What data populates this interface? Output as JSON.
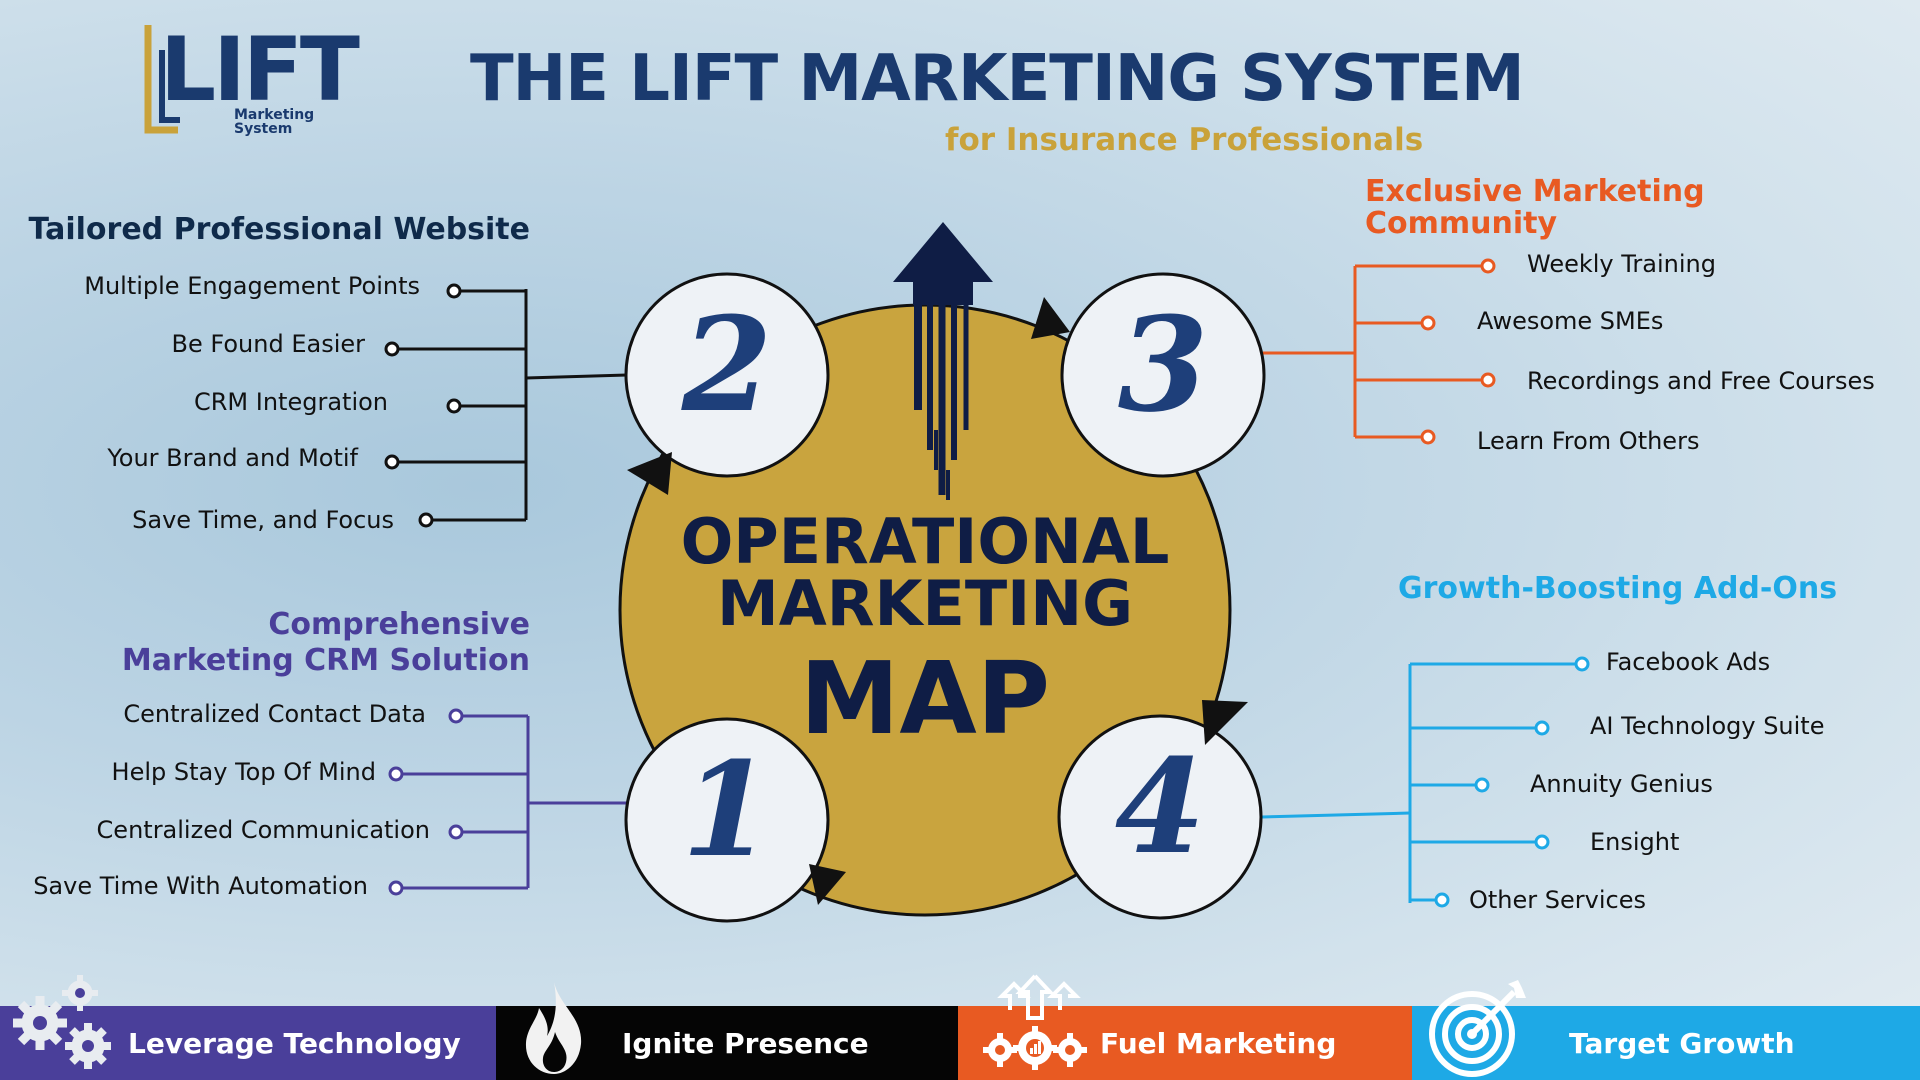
{
  "header": {
    "title": "THE LIFT MARKETING SYSTEM",
    "subtitle": "for Insurance Professionals"
  },
  "logo": {
    "word": "LIFT",
    "sub_line1": "Marketing",
    "sub_line2": "System",
    "icon": "lift-logo"
  },
  "center": {
    "line1": "OPERATIONAL",
    "line2": "MARKETING",
    "line3": "MAP",
    "arrow_icon": "up-arrow-icon"
  },
  "steps": [
    {
      "number": "1"
    },
    {
      "number": "2"
    },
    {
      "number": "3"
    },
    {
      "number": "4"
    }
  ],
  "sections": {
    "website": {
      "heading": "Tailored Professional Website",
      "color": "#0f2a4a",
      "items": [
        "Multiple Engagement Points",
        "Be Found Easier",
        "CRM Integration",
        "Your Brand and Motif",
        "Save Time, and Focus"
      ]
    },
    "crm": {
      "heading_line1": "Comprehensive",
      "heading_line2": "Marketing CRM Solution",
      "color": "#4a3f9a",
      "items": [
        "Centralized Contact Data",
        "Help Stay Top Of Mind",
        "Centralized Communication",
        "Save Time With Automation"
      ]
    },
    "community": {
      "heading_line1": "Exclusive Marketing",
      "heading_line2": "Community",
      "color": "#e85a22",
      "items": [
        "Weekly Training",
        "Awesome SMEs",
        "Recordings and Free Courses",
        "Learn From Others"
      ]
    },
    "addons": {
      "heading": "Growth-Boosting Add-Ons",
      "color": "#1ea9e6",
      "items": [
        "Facebook Ads",
        "AI Technology Suite",
        "Annuity Genius",
        "Ensight",
        "Other Services"
      ]
    }
  },
  "footer": [
    {
      "label": "Leverage Technology",
      "icon": "gears-icon",
      "color": "#4a3f9a"
    },
    {
      "label": "Ignite Presence",
      "icon": "flame-icon",
      "color": "#050505"
    },
    {
      "label": "Fuel Marketing",
      "icon": "growth-gears-icon",
      "color": "#e85a22"
    },
    {
      "label": "Target Growth",
      "icon": "target-icon",
      "color": "#1ea9e6"
    }
  ],
  "colors": {
    "navy": "#1a3a6e",
    "gold": "#c9a23a",
    "circle_fill": "#c9a43e"
  }
}
